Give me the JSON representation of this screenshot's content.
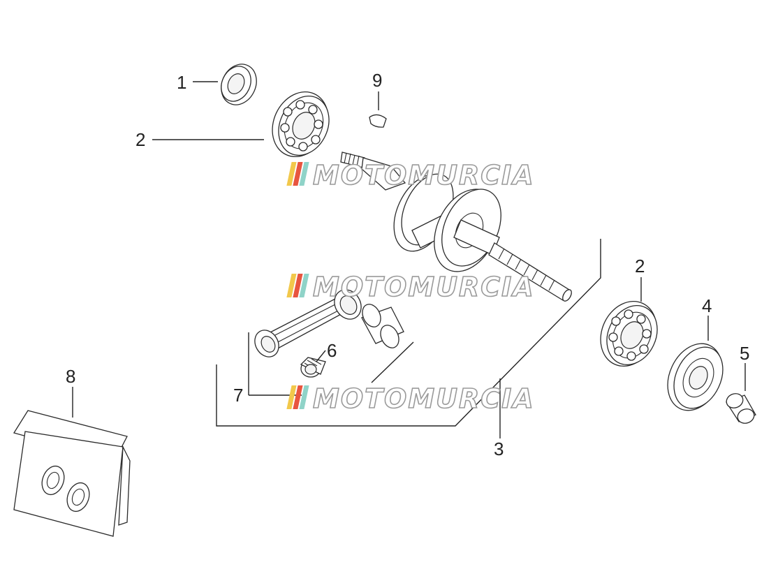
{
  "callouts": {
    "c1": "1",
    "c2a": "2",
    "c2b": "2",
    "c3": "3",
    "c4": "4",
    "c5": "5",
    "c6": "6",
    "c7": "7",
    "c8": "8",
    "c9": "9"
  },
  "watermark": {
    "text": "MOTOMURCIA",
    "stripe_colors": [
      "#f2c84b",
      "#e8553f",
      "#8fd3c8"
    ]
  },
  "colors": {
    "line": "#2a2a2a",
    "background": "#ffffff"
  }
}
